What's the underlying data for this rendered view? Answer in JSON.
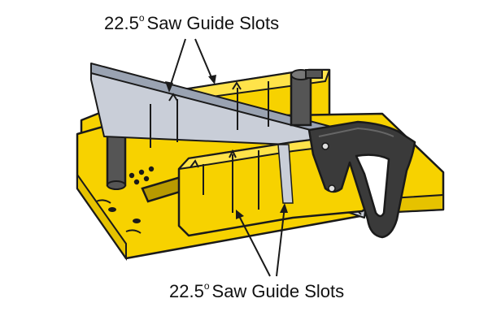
{
  "labels": {
    "top": {
      "number": "22.5",
      "degree": "o",
      "text": "Saw Guide Slots"
    },
    "bottom": {
      "number": "22.5",
      "degree": "o",
      "text": "Saw Guide Slots"
    }
  },
  "colors": {
    "box_yellow": "#f7d200",
    "box_edge": "#1a1a1a",
    "box_shade": "#d9b400",
    "post_gray": "#555555",
    "blade_gray": "#c9ced8",
    "handle_dark": "#3a3a3a",
    "text": "#111111"
  }
}
